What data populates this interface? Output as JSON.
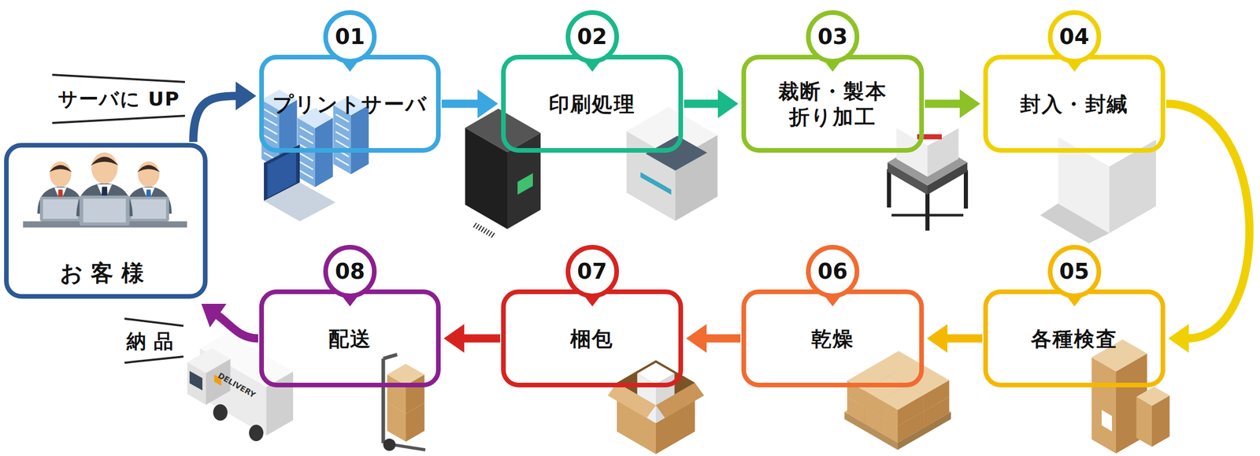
{
  "diagram": {
    "nodes": [
      {
        "text": [
          "お客様"
        ]
      },
      {
        "text": [
          "01",
          "プリントサーバ"
        ]
      },
      {
        "text": [
          "02",
          "印刷処理"
        ]
      },
      {
        "text": [
          "03",
          "裁断・製本 折り加工"
        ]
      },
      {
        "text": [
          "04",
          "封入・封緘"
        ]
      },
      {
        "text": [
          "05",
          "各種検査"
        ]
      },
      {
        "text": [
          "06",
          "乾燥"
        ]
      },
      {
        "text": [
          "07",
          "梱包"
        ]
      },
      {
        "text": [
          "08",
          "配送"
        ]
      }
    ],
    "edges": [
      {
        "from": 0,
        "to": 1,
        "label": "サーバに UP",
        "arrow": "to"
      },
      {
        "from": 1,
        "to": 2,
        "arrow": "to"
      },
      {
        "from": 2,
        "to": 3,
        "arrow": "to"
      },
      {
        "from": 3,
        "to": 4,
        "arrow": "to"
      },
      {
        "from": 4,
        "to": 5,
        "arrow": "to"
      },
      {
        "from": 5,
        "to": 6,
        "arrow": "to"
      },
      {
        "from": 6,
        "to": 7,
        "arrow": "to"
      },
      {
        "from": 7,
        "to": 8,
        "arrow": "to"
      },
      {
        "from": 8,
        "to": 0,
        "label": "納品",
        "arrow": "to"
      }
    ],
    "labels": [
      "DELIVERY"
    ]
  }
}
